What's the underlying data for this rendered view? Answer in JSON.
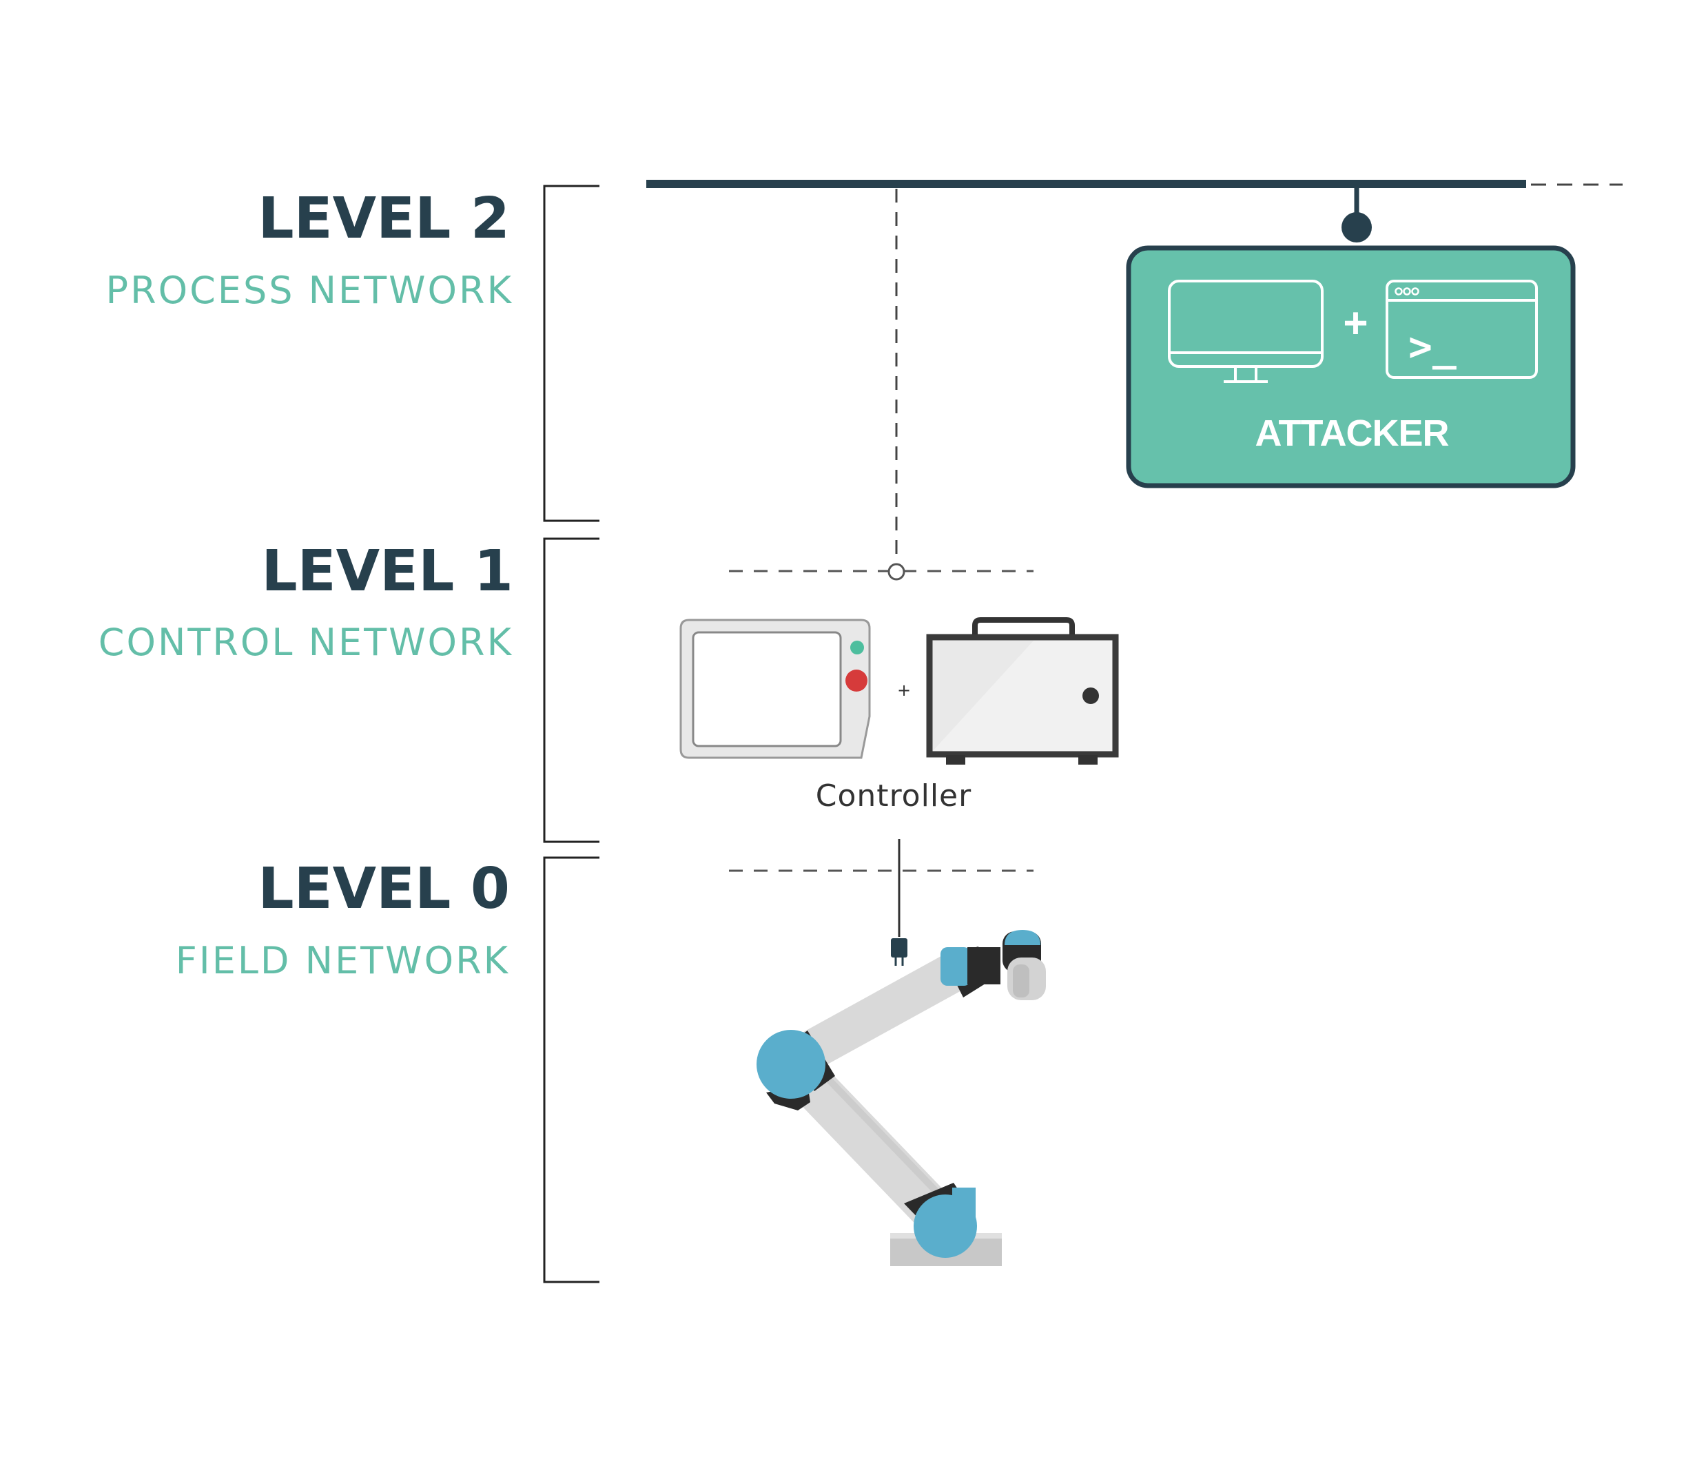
{
  "levels": [
    {
      "title": "LEVEL 2",
      "subtitle": "PROCESS NETWORK"
    },
    {
      "title": "LEVEL 1",
      "subtitle": "CONTROL NETWORK"
    },
    {
      "title": "LEVEL 0",
      "subtitle": "FIELD NETWORK"
    }
  ],
  "attacker": {
    "label": "ATTACKER",
    "plus": "+",
    "terminal_prompt": ">_",
    "color": "#66c1ab",
    "border_color": "#27404d",
    "icons": [
      "monitor-icon",
      "terminal-window-icon"
    ]
  },
  "controller": {
    "label": "Controller",
    "plus": "+",
    "icons": [
      "teach-pendant-icon",
      "control-box-icon"
    ]
  },
  "field": {
    "icons": [
      "plug-icon",
      "robot-arm-icon"
    ]
  },
  "colors": {
    "dark": "#27404d",
    "teal": "#63bea8",
    "joint_blue": "#5aaecc",
    "arm_grey": "#d9d9d9",
    "status_green": "#4dbe9e",
    "status_red": "#d63b3b"
  }
}
